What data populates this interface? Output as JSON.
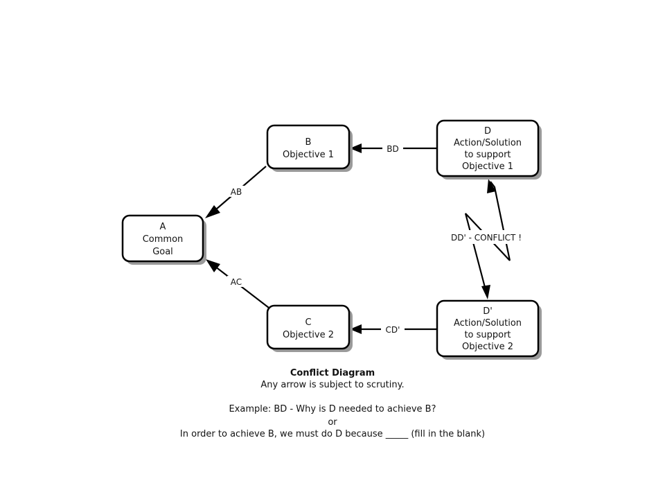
{
  "diagram": {
    "nodes": {
      "a": {
        "lines": [
          "A",
          "Common",
          "Goal"
        ]
      },
      "b": {
        "lines": [
          "B",
          "Objective 1"
        ]
      },
      "c": {
        "lines": [
          "C",
          "Objective 2"
        ]
      },
      "d": {
        "lines": [
          "D",
          "Action/Solution",
          "to support",
          "Objective 1"
        ]
      },
      "dprime": {
        "lines": [
          "D'",
          "Action/Solution",
          "to support",
          "Objective 2"
        ]
      }
    },
    "edges": {
      "ab": "AB",
      "ac": "AC",
      "bd": "BD",
      "cd": "CD'",
      "conflict": "DD' - CONFLICT !"
    }
  },
  "caption": {
    "title": "Conflict Diagram",
    "subtitle": "Any arrow is subject to scrutiny.",
    "example": "Example: BD - Why is D needed to achieve B?",
    "or": "or",
    "sentence": "In order to achieve B, we must do D because _____ (fill in the blank)"
  }
}
